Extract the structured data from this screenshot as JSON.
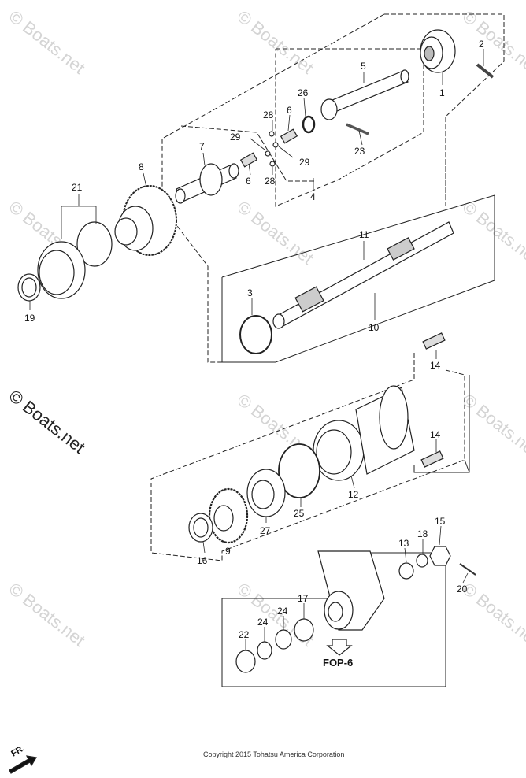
{
  "watermark": "© Boats.net",
  "watermark_main": "© Boats.net",
  "copyright": "Copyright 2015 Tohatsu America Corporation",
  "reference": "FOP-6",
  "direction": "FR.",
  "callouts": [
    "1",
    "2",
    "3",
    "4",
    "5",
    "6",
    "6",
    "7",
    "8",
    "9",
    "10",
    "11",
    "12",
    "13",
    "14",
    "14",
    "15",
    "16",
    "17",
    "18",
    "19",
    "20",
    "21",
    "22",
    "23",
    "24",
    "24",
    "25",
    "26",
    "27",
    "28",
    "28",
    "29",
    "29"
  ]
}
